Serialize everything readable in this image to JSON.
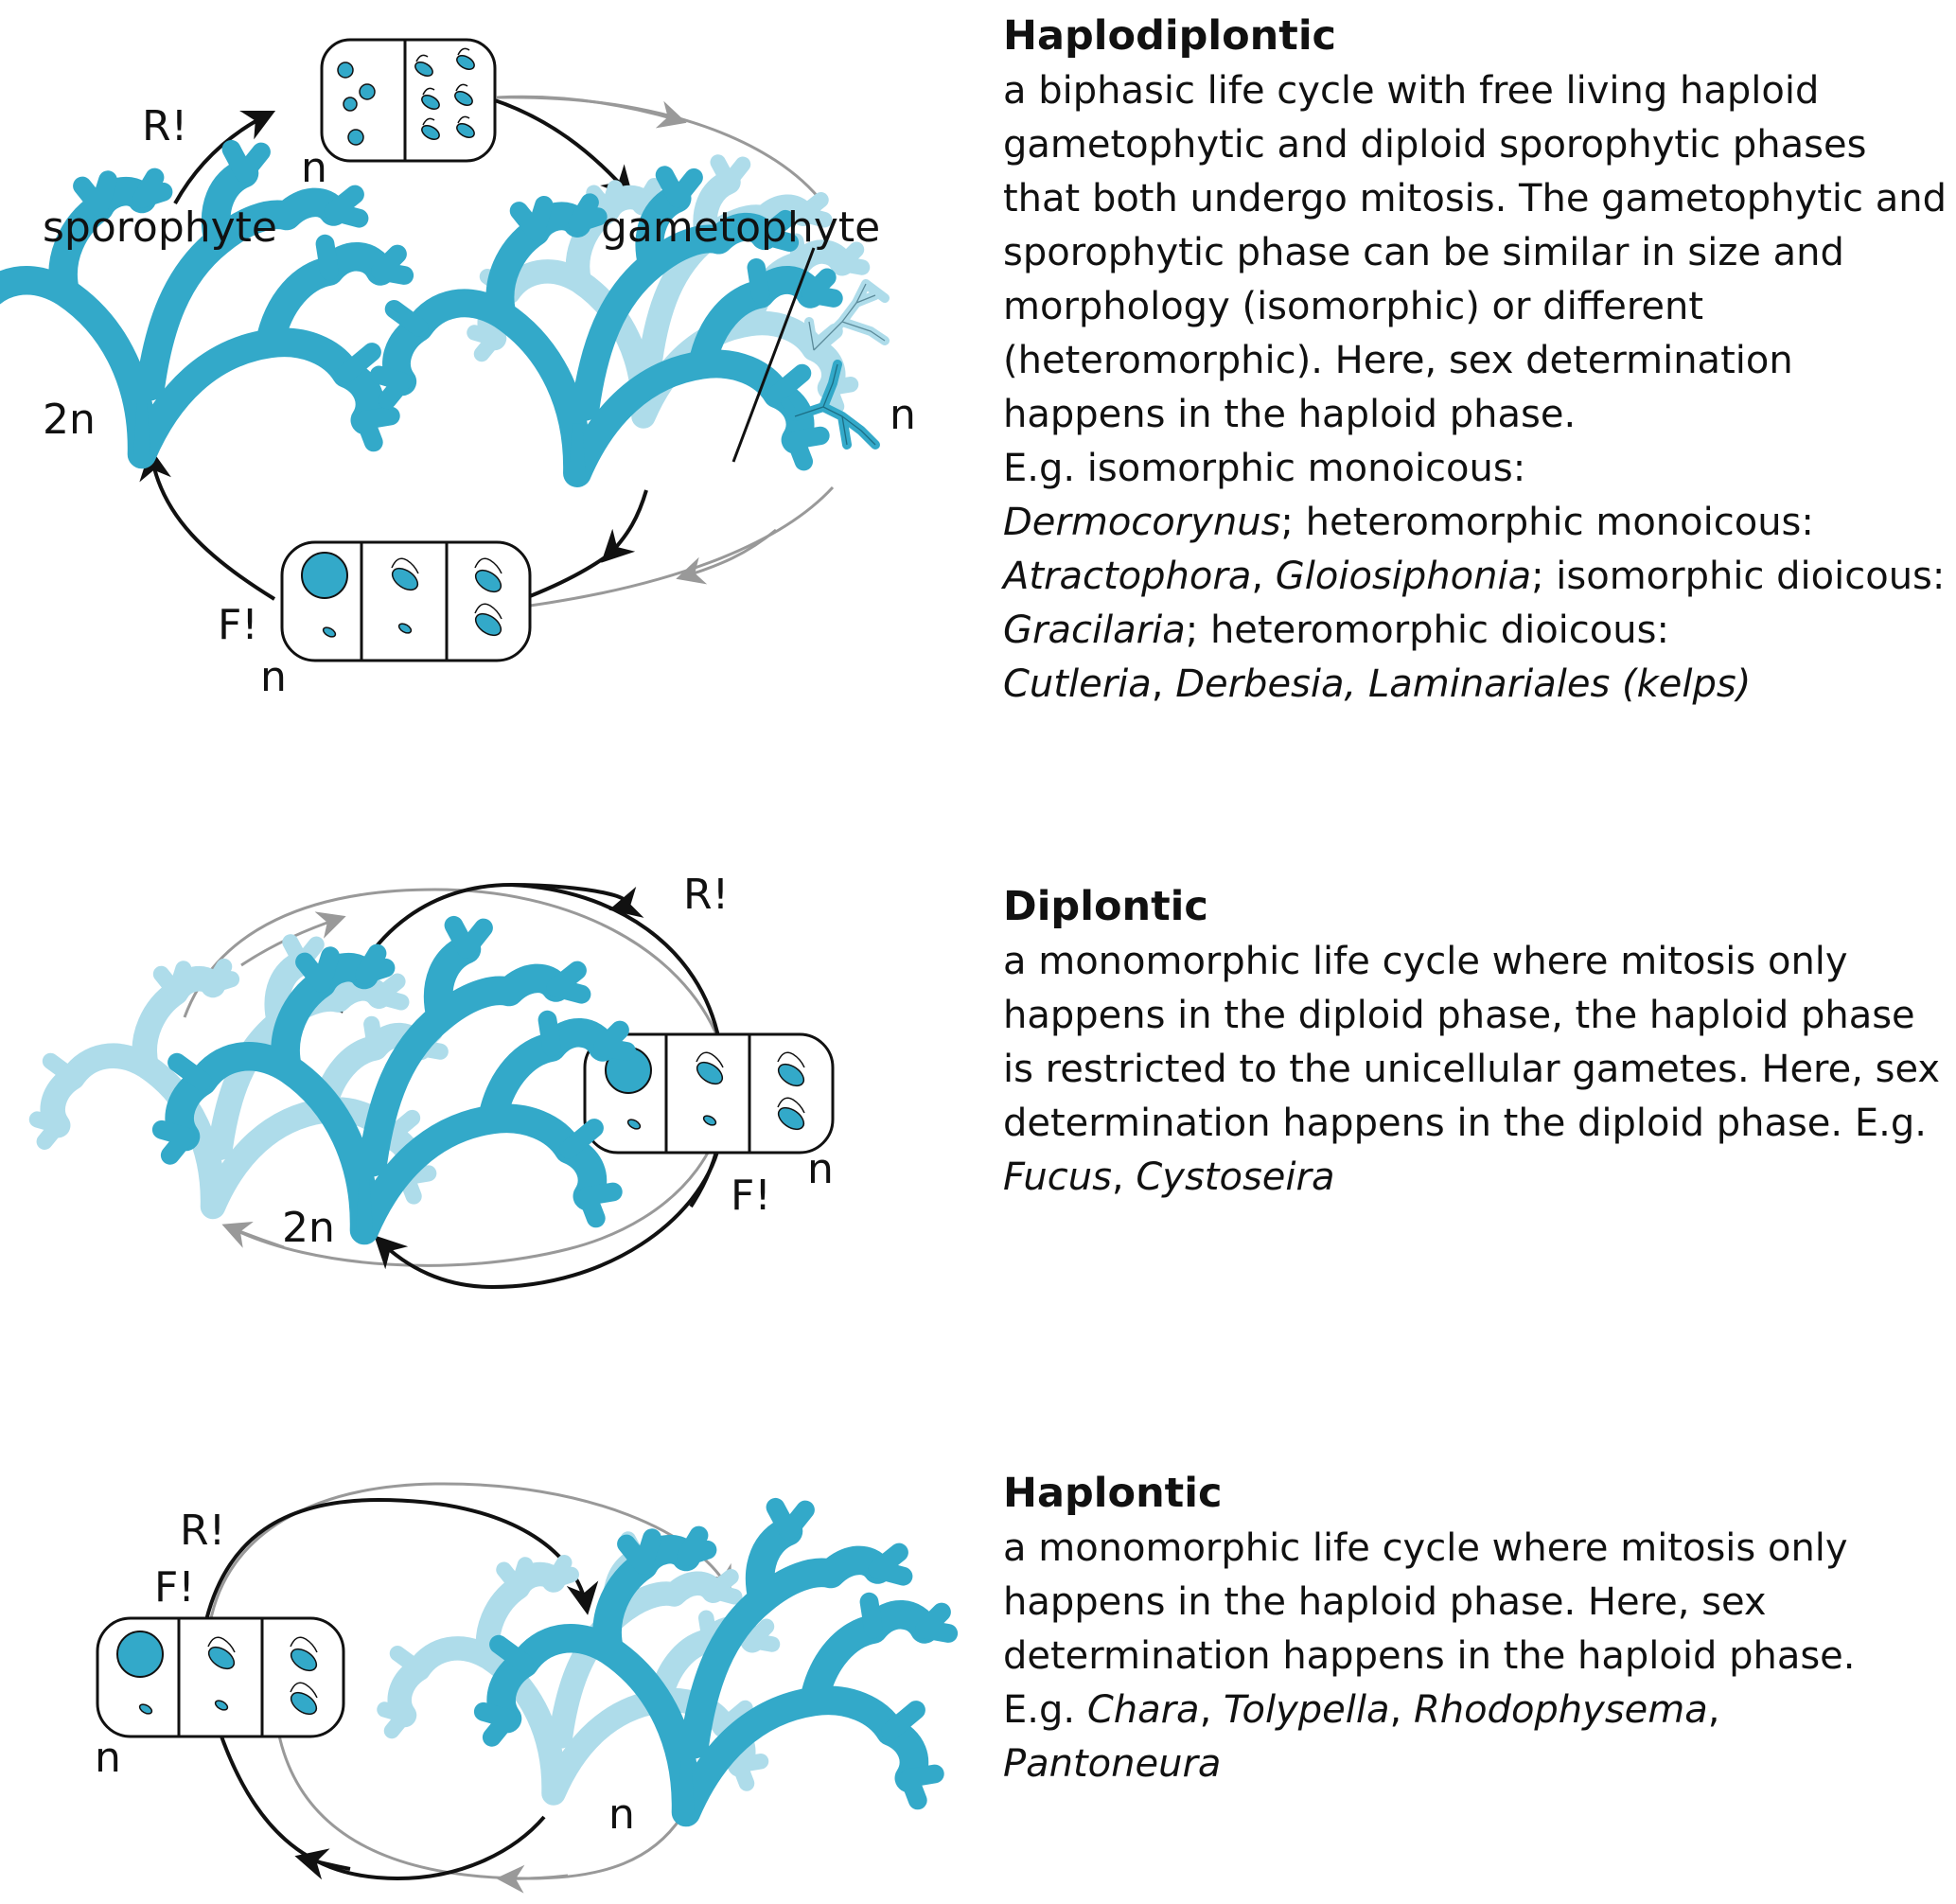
{
  "colors": {
    "seaweed": "#33a9c9",
    "seaweed_light": "#aedcea",
    "arrow": "#111111",
    "arrow_grey": "#999999"
  },
  "haplodiplontic": {
    "labels": {
      "r": "R!",
      "f": "F!",
      "n_top": "n",
      "n_bottom": "n",
      "n_right": "n",
      "two_n": "2n",
      "sporophyte": "sporophyte",
      "gametophyte": "gametophyte"
    },
    "title": "Haplodiplontic",
    "description": "a biphasic life cycle with free living haploid gametophytic and diploid sporophytic phases that both undergo mitosis. The gametophytic and sporophytic phase can be similar in size and morphology (isomorphic) or different (heteromorphic). Here, sex determination happens in the haploid phase.",
    "eg_1": "E.g. isomorphic monoicous:",
    "sp_1": "Dermocorynus",
    "t_1": "; heteromorphic monoicous:",
    "sp_2": "Atractophora",
    "t_2": ", ",
    "sp_3": "Gloiosiphonia",
    "t_3": "; isomorphic dioicous: ",
    "sp_4": "Gracilaria",
    "t_4": "; heteromorphic dioicous:",
    "sp_5": "Cutleria",
    "t_5": ", ",
    "sp_6": "Derbesia, Laminariales (kelps)"
  },
  "diplontic": {
    "labels": {
      "r": "R!",
      "f": "F!",
      "n": "n",
      "two_n": "2n"
    },
    "title": "Diplontic",
    "description": "a monomorphic life cycle where mitosis only happens in the diploid phase, the haploid phase is restricted to the unicellular gametes. Here, sex determination happens in the diploid phase.",
    "eg": " E.g. ",
    "sp_1": "Fucus",
    "t_1": ", ",
    "sp_2": "Cystoseira"
  },
  "haplontic": {
    "labels": {
      "r": "R!",
      "f": "F!",
      "n_left": "n",
      "n_right": "n"
    },
    "title": "Haplontic",
    "description": "a monomorphic life cycle where mitosis only happens in the haploid phase. Here, sex determination happens in the haploid phase.",
    "eg": "E.g. ",
    "sp_1": "Chara",
    "t_1": ", ",
    "sp_2": "Tolypella",
    "t_2": ", ",
    "sp_3": "Rhodophysema",
    "t_3": ",",
    "sp_4": "Pantoneura"
  }
}
